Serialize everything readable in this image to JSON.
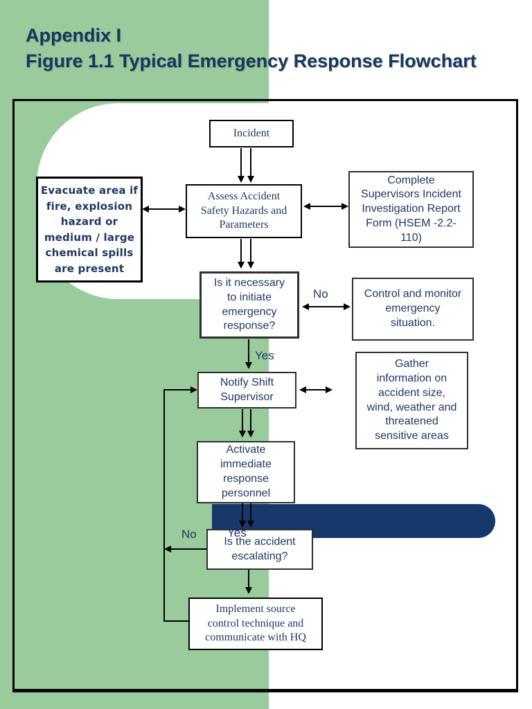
{
  "title": {
    "line1": "Appendix I",
    "line2": "Figure 1.1 Typical Emergency Response Flowchart"
  },
  "colors": {
    "green": "#9ACB9D",
    "navy_bar": "#17386B",
    "navy_text": "#1F3864",
    "title": "#17375E"
  },
  "flowchart": {
    "incident": "Incident",
    "assess": "Assess Accident\nSafety Hazards and\nParameters",
    "evacuate": "Evacuate area if\nfire, explosion\nhazard or\nmedium / large\nchemical spills\nare present",
    "complete_report": "Complete\nSupervisors Incident\nInvestigation Report\nForm (HSEM -2.2-\n110)",
    "initiate_question": "Is it necessary\nto initiate\nemergency\nresponse?",
    "control_monitor": "Control and monitor\nemergency\nsituation.",
    "no_label_1": "No",
    "yes_label_1": "Yes",
    "notify": "Notify Shift\nSupervisor",
    "gather": "Gather\ninformation on\naccident size,\nwind, weather and\nthreatened\nsensitive areas",
    "activate": "Activate\nimmediate\nresponse\npersonnel",
    "escalating_question": "Is the accident\nescalating?",
    "no_label_2": "No",
    "yes_label_2": "Yes",
    "implement": "Implement source\ncontrol technique and\ncommunicate with HQ"
  }
}
